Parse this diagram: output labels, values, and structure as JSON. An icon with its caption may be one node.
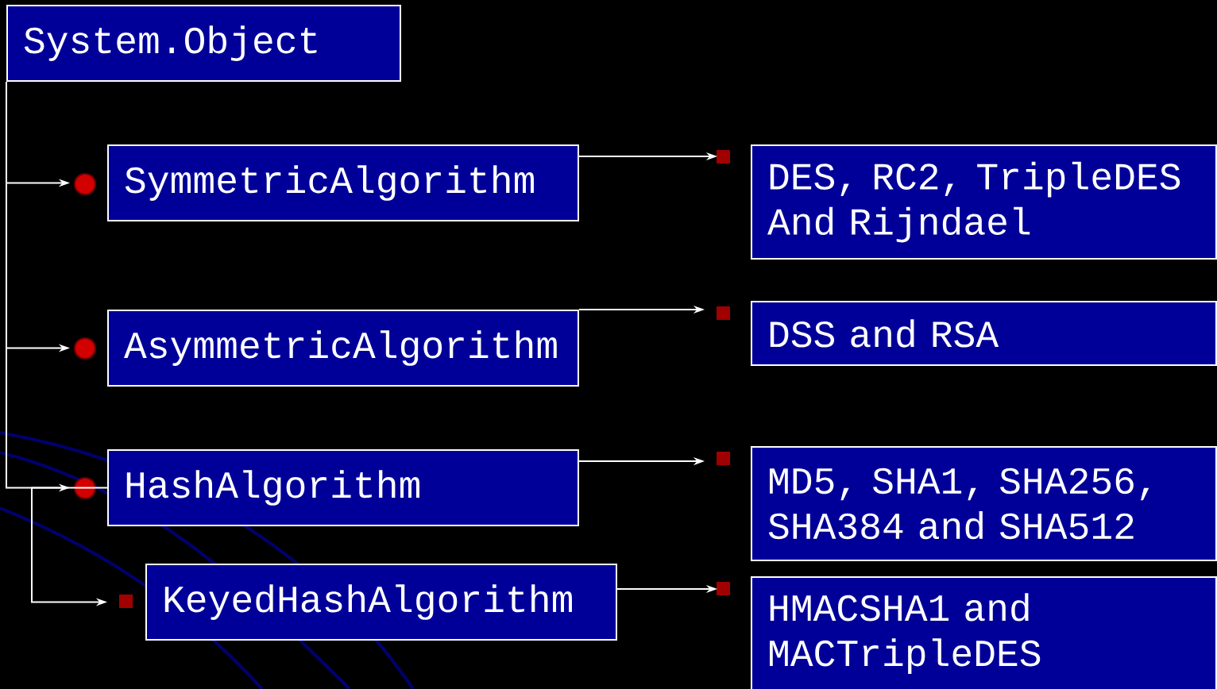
{
  "diagram": {
    "nodes": [
      {
        "text": [
          "System.Object"
        ]
      },
      {
        "text": [
          "SymmetricAlgorithm"
        ]
      },
      {
        "text": [
          "AsymmetricAlgorithm"
        ]
      },
      {
        "text": [
          "HashAlgorithm"
        ]
      },
      {
        "text": [
          "KeyedHashAlgorithm"
        ]
      },
      {
        "text": [
          "DES, RC2, TripleDES And Rijndael"
        ]
      },
      {
        "text": [
          "DSS and RSA"
        ]
      },
      {
        "text": [
          "MD5, SHA1, SHA256, SHA384 and SHA512"
        ]
      },
      {
        "text": [
          "HMACSHA1 and MACTripleDES"
        ]
      }
    ],
    "edges": [
      {
        "from": 0,
        "to": 1,
        "arrow": "to"
      },
      {
        "from": 0,
        "to": 2,
        "arrow": "to"
      },
      {
        "from": 0,
        "to": 3,
        "arrow": "to"
      },
      {
        "from": 3,
        "to": 4,
        "arrow": "to"
      },
      {
        "from": 1,
        "to": 5,
        "arrow": "to"
      },
      {
        "from": 2,
        "to": 6,
        "arrow": "to"
      },
      {
        "from": 3,
        "to": 7,
        "arrow": "to"
      },
      {
        "from": 4,
        "to": 8,
        "arrow": "to"
      }
    ]
  }
}
